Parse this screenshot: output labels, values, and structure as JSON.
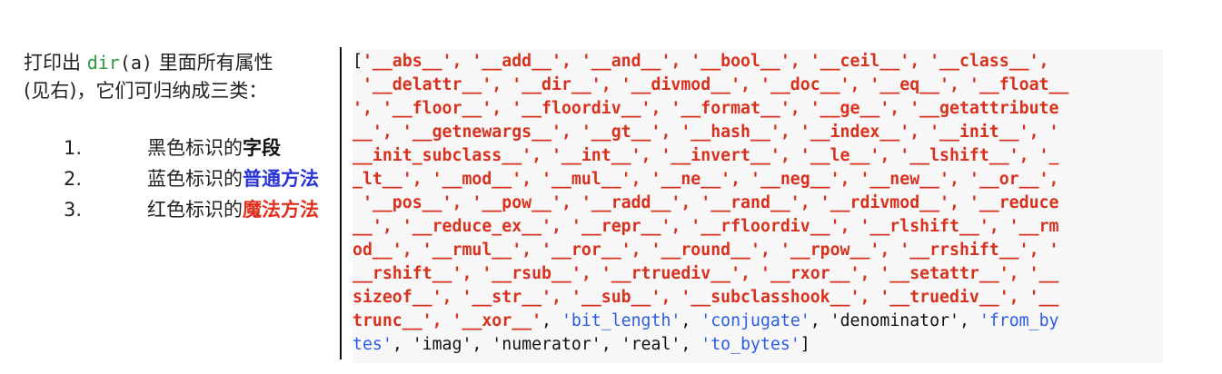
{
  "intro": {
    "line1_prefix": "打印出 ",
    "line1_code_fn": "dir",
    "line1_code_arg": "(a)",
    "line1_suffix": " 里面所有属性",
    "line2": "(见右)，它们可归纳成三类："
  },
  "categories": [
    {
      "num": "1.",
      "prefix": "黑色标识的",
      "highlight": "字段",
      "color": "#111111"
    },
    {
      "num": "2.",
      "prefix": "蓝色标识的",
      "highlight": "普通方法",
      "color": "#2a35d6"
    },
    {
      "num": "3.",
      "prefix": "红色标识的",
      "highlight": "魔法方法",
      "color": "#e0301e"
    }
  ],
  "code_lines": [
    [
      {
        "t": "[",
        "c": "black"
      },
      {
        "t": "'__abs__', '__add__', '__and__', '__bool__', '__ceil__', '__class__',",
        "c": "red"
      }
    ],
    [
      {
        "t": " '__delattr__', '__dir__', '__divmod__', '__doc__', '__eq__', '__float__",
        "c": "red"
      }
    ],
    [
      {
        "t": "', '__floor__', '__floordiv__', '__format__', '__ge__', '__getattribute",
        "c": "red"
      }
    ],
    [
      {
        "t": "__', '__getnewargs__', '__gt__', '__hash__', '__index__', '__init__', '",
        "c": "red"
      }
    ],
    [
      {
        "t": "__init_subclass__', '__int__', '__invert__', '__le__', '__lshift__', '_",
        "c": "red"
      }
    ],
    [
      {
        "t": "_lt__', '__mod__', '__mul__', '__ne__', '__neg__', '__new__', '__or__',",
        "c": "red"
      }
    ],
    [
      {
        "t": " '__pos__', '__pow__', '__radd__', '__rand__', '__rdivmod__', '__reduce",
        "c": "red"
      }
    ],
    [
      {
        "t": "__', '__reduce_ex__', '__repr__', '__rfloordiv__', '__rlshift__', '__rm",
        "c": "red"
      }
    ],
    [
      {
        "t": "od__', '__rmul__', '__ror__', '__round__', '__rpow__', '__rrshift__', '",
        "c": "red"
      }
    ],
    [
      {
        "t": "__rshift__', '__rsub__', '__rtruediv__', '__rxor__', '__setattr__', '__",
        "c": "red"
      }
    ],
    [
      {
        "t": "sizeof__', '__str__', '__sub__', '__subclasshook__', '__truediv__', '__",
        "c": "red"
      }
    ],
    [
      {
        "t": "trunc__', '__xor__'",
        "c": "red"
      },
      {
        "t": ", ",
        "c": "black"
      },
      {
        "t": "'bit_length'",
        "c": "blue"
      },
      {
        "t": ", ",
        "c": "black"
      },
      {
        "t": "'conjugate'",
        "c": "blue"
      },
      {
        "t": ", 'denominator', ",
        "c": "black"
      },
      {
        "t": "'from_by",
        "c": "blue"
      }
    ],
    [
      {
        "t": "tes'",
        "c": "blue"
      },
      {
        "t": ", 'imag', 'numerator', 'real', ",
        "c": "black"
      },
      {
        "t": "'to_bytes'",
        "c": "blue"
      },
      {
        "t": "]",
        "c": "black"
      }
    ]
  ]
}
